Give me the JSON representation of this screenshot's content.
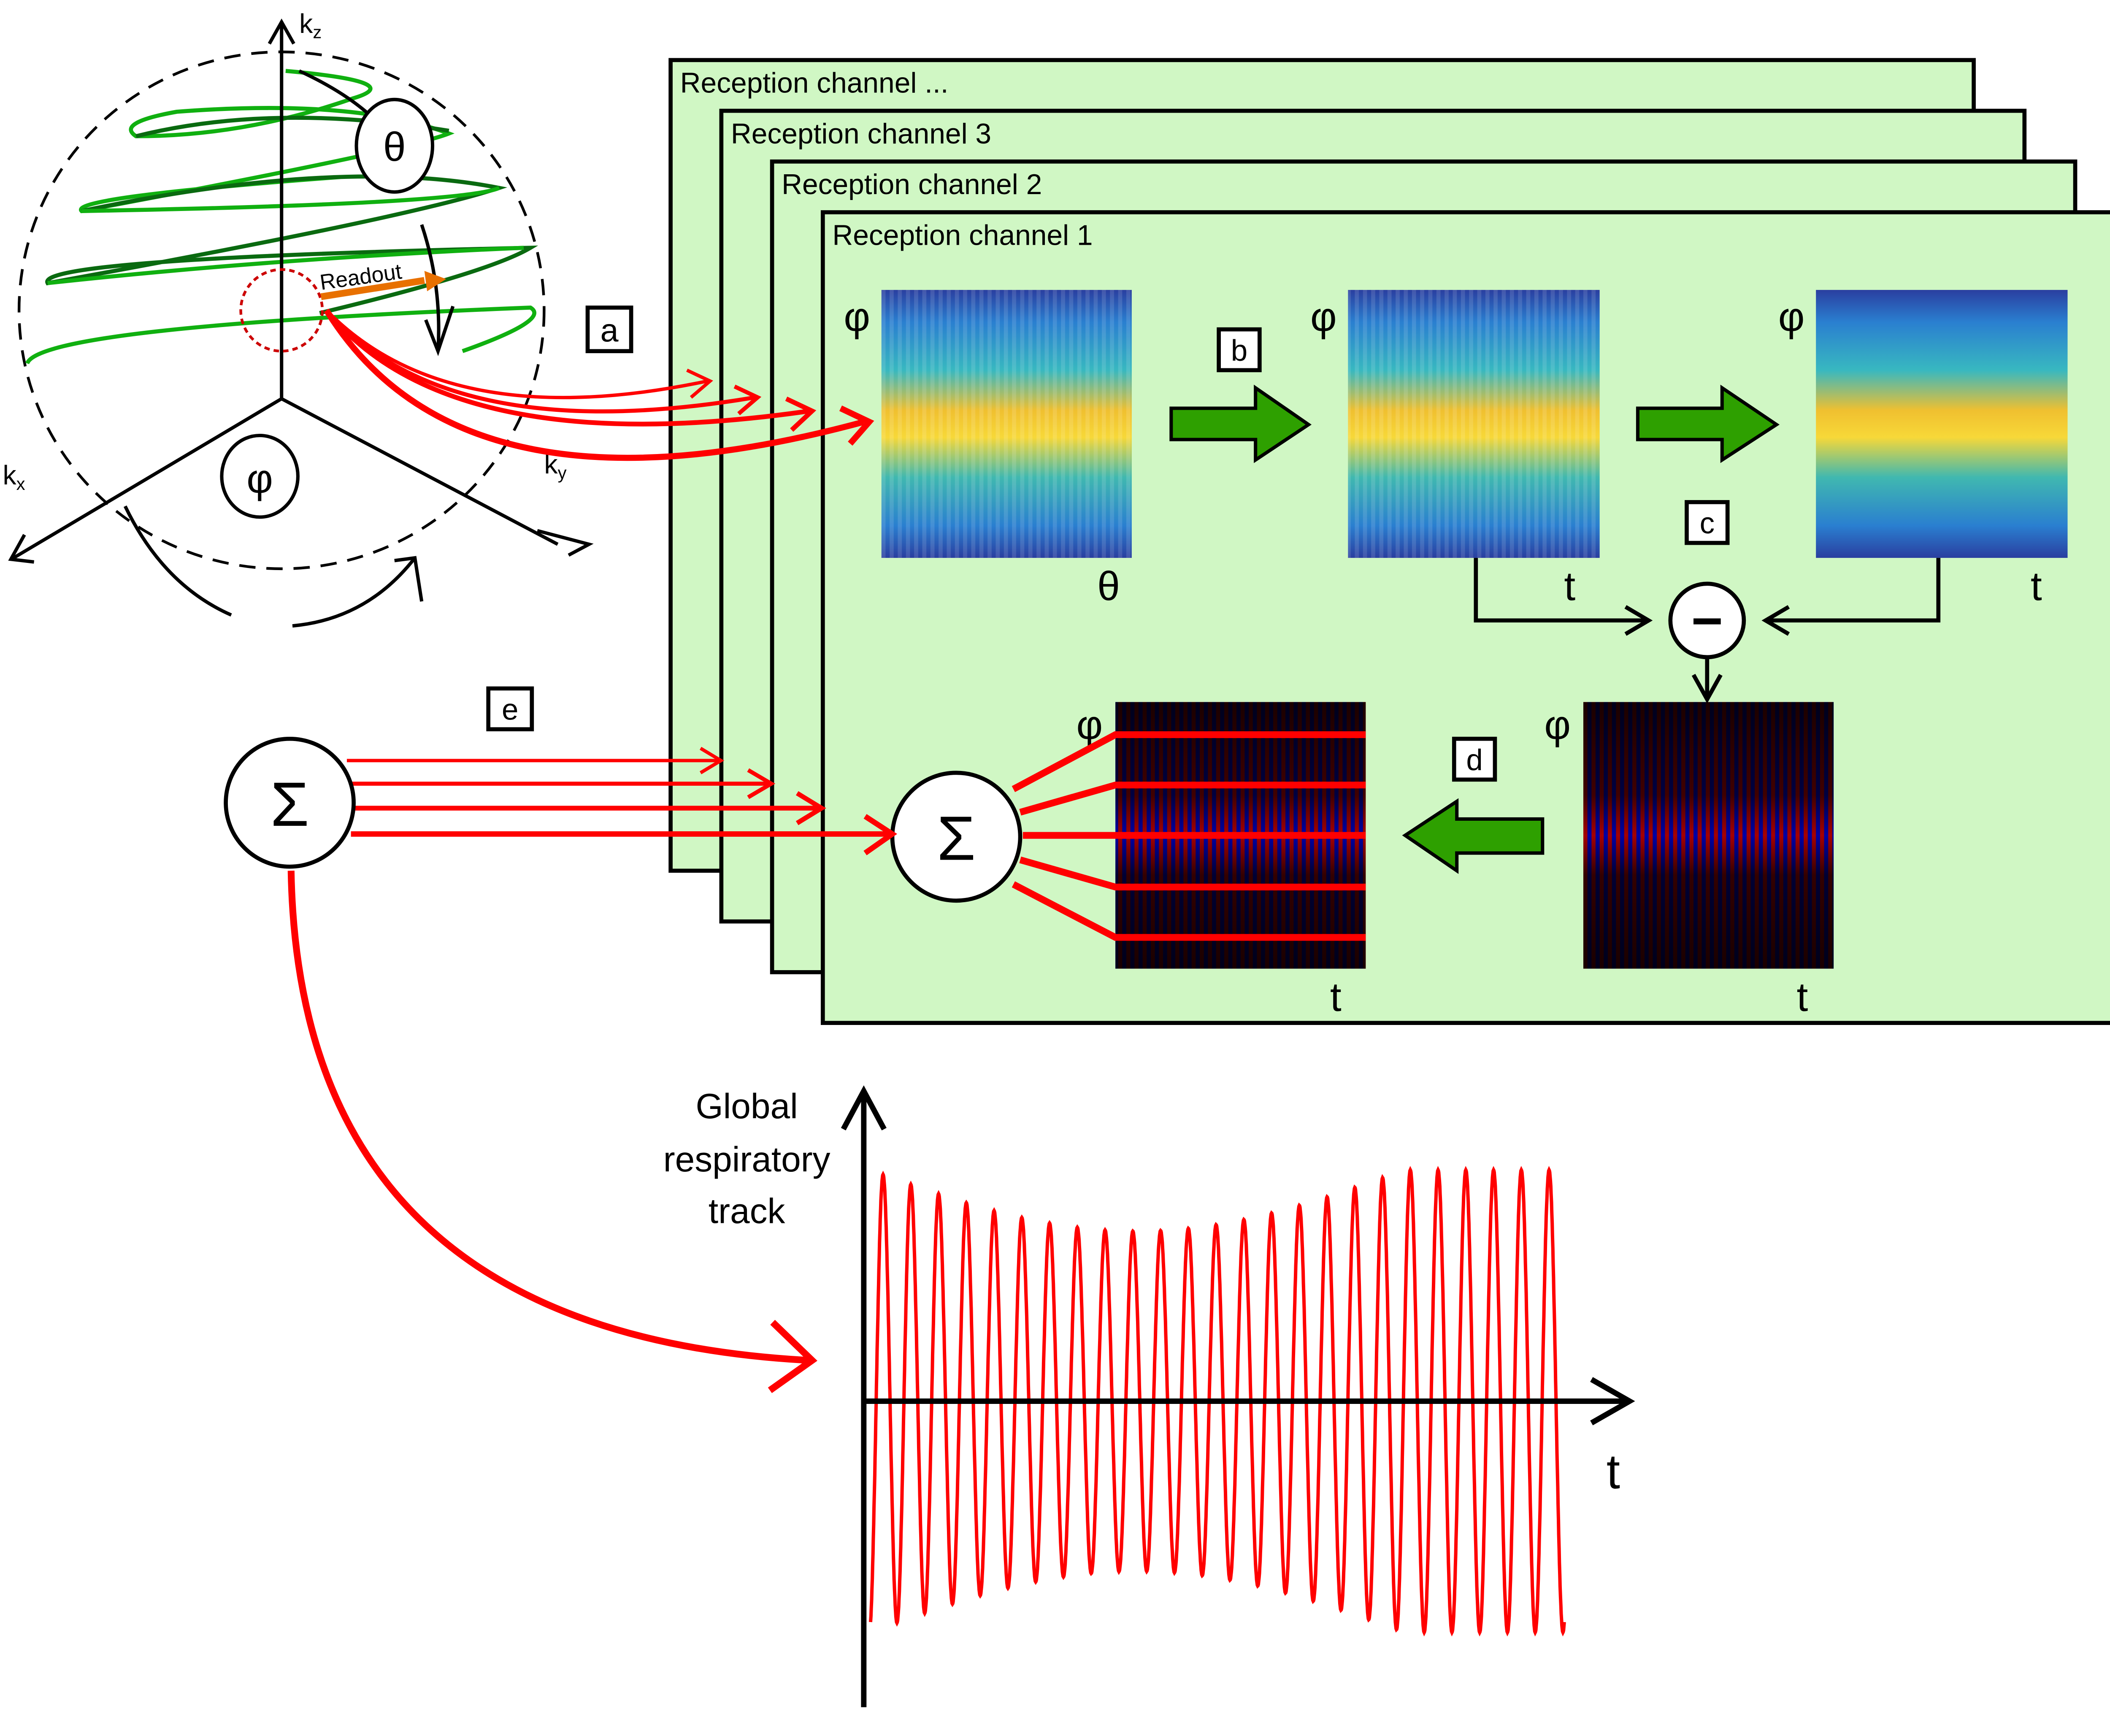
{
  "kspace": {
    "axis_kz": "k",
    "axis_kz_sub": "z",
    "axis_kx": "k",
    "axis_kx_sub": "x",
    "axis_ky": "k",
    "axis_ky_sub": "y",
    "theta": "θ",
    "phi": "φ",
    "readout": "Readout"
  },
  "steps": {
    "a": "a",
    "b": "b",
    "c": "c",
    "d": "d",
    "e": "e"
  },
  "channels": [
    "Reception channel ...",
    "Reception channel 3",
    "Reception channel 2",
    "Reception channel 1"
  ],
  "maps": {
    "phi": "φ",
    "theta": "θ",
    "t": "t",
    "minus": "−",
    "sum": "Σ"
  },
  "track": {
    "label_line1": "Global",
    "label_line2": "respiratory",
    "label_line3": "track",
    "t_label": "t"
  },
  "colors": {
    "panel": "#d0f7c4",
    "arrow_green": "#2ea000",
    "signal_red": "#ff0000",
    "readout_orange": "#e87000",
    "spiral_dark": "#0a6a10",
    "spiral_light": "#10b010"
  }
}
